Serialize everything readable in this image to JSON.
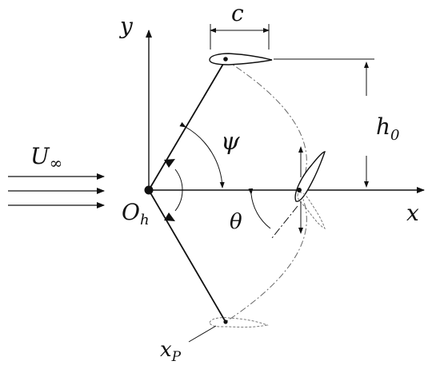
{
  "labels": {
    "y_axis": "y",
    "x_axis": "x",
    "chord": "c",
    "psi": "ψ",
    "theta": "θ",
    "h0_main": "h",
    "h0_sub": "0",
    "freestream_main": "U",
    "freestream_sub": "∞",
    "origin_main": "O",
    "origin_sub": "h",
    "pivot_main": "x",
    "pivot_sub": "P"
  }
}
